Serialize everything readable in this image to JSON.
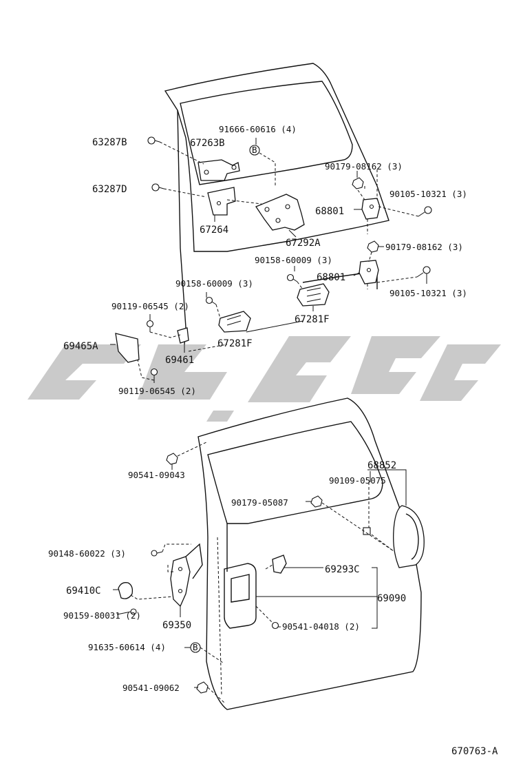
{
  "diagram_id": "670763-A",
  "upper_door_labels": {
    "l63287B": "63287B",
    "l67263B": "67263B",
    "l91666": "91666-60616 (4)",
    "l90179a": "90179-08162 (3)",
    "l63287D": "63287D",
    "l90105a": "90105-10321 (3)",
    "l68801a": "68801",
    "l67264": "67264",
    "l67292A": "67292A",
    "l90179b": "90179-08162 (3)",
    "l90158a": "90158-60009 (3)",
    "l68801b": "68801",
    "l90158b": "90158-60009 (3)",
    "l90105b": "90105-10321 (3)",
    "l90119a": "90119-06545 (2)",
    "l67281Fa": "67281F",
    "l69465A": "69465A",
    "l67281Fb": "67281F",
    "l69461": "69461",
    "l90119b": "90119-06545 (2)"
  },
  "lower_door_labels": {
    "l90541a": "90541-09043",
    "l68852": "68852",
    "l90109": "90109-05075",
    "l90179c": "90179-05087",
    "l90148": "90148-60022 (3)",
    "l69293C": "69293C",
    "l69410C": "69410C",
    "l69090": "69090",
    "l90159": "90159-80031 (2)",
    "l69350": "69350",
    "l90541b": "90541-04018 (2)",
    "l91635": "91635-60614 (4)",
    "l90541c": "90541-09062"
  },
  "markers": {
    "b_marker": "B"
  }
}
